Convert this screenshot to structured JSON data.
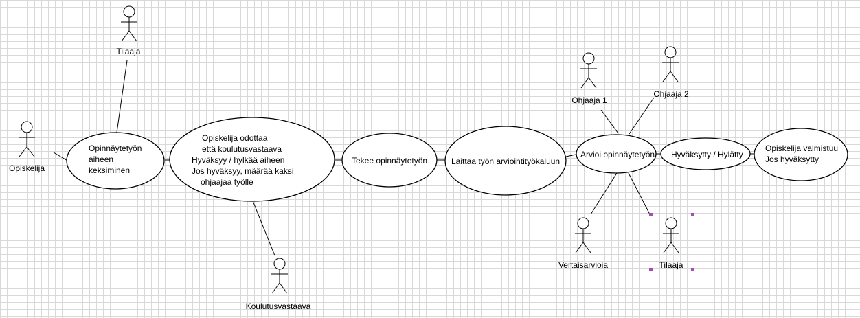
{
  "actors": {
    "opiskelija": "Opiskelija",
    "tilaaja_top": "Tilaaja",
    "koulutusvastaava": "Koulutusvastaava",
    "ohjaaja1": "Ohjaaja 1",
    "ohjaaja2": "Ohjaaja 2",
    "vertaisarvioija": "Vertaisarvioia",
    "tilaaja_bottom": "Tilaaja"
  },
  "use_cases": {
    "aihe": [
      "Opinnäytetyön",
      "aiheen",
      "keksiminen"
    ],
    "odottaa": [
      "Opiskelija odottaa",
      "että koulutusvastaava",
      "Hyväksyy / hylkää aiheen",
      "Jos hyväksyy, määrää kaksi",
      "ohjaajaa työlle"
    ],
    "tekee": [
      "Tekee opinnäytetyön"
    ],
    "laittaa": [
      "Laittaa työn arviointityökaluun"
    ],
    "arvioi": [
      "Arvioi opinnäytetyön"
    ],
    "hyvaksytty": [
      "Hyväksytty / Hylätty"
    ],
    "valmistuu": [
      "Opiskelija valmistuu",
      "Jos hyväksytty"
    ]
  },
  "colors": {
    "grid": "#d9d9d9",
    "line": "#000000",
    "selection": "#a050b0"
  }
}
